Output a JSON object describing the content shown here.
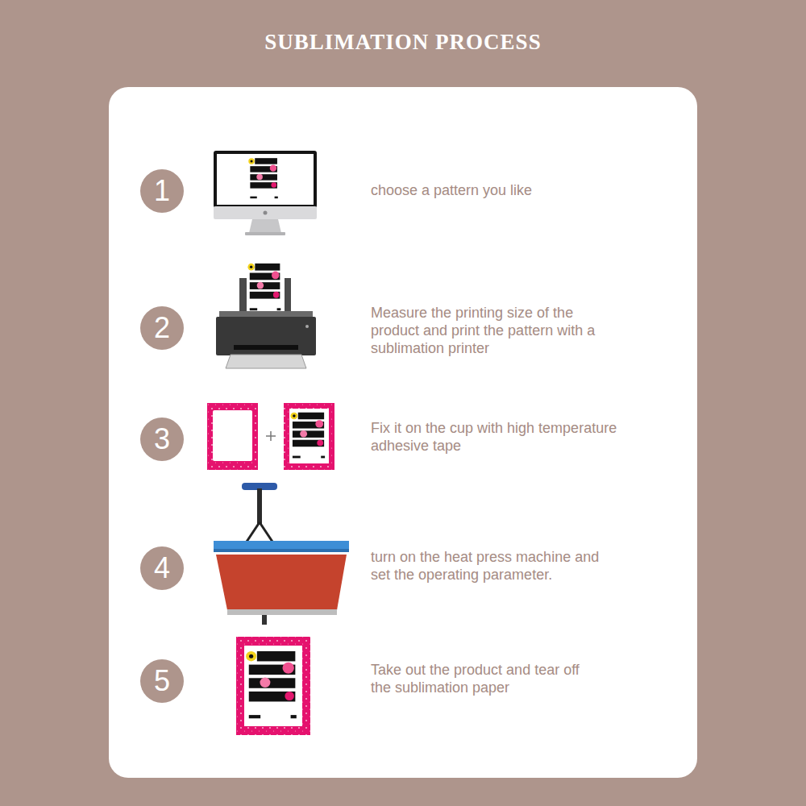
{
  "diagram": {
    "title": "SUBLIMATION PROCESS",
    "nodes": [
      {
        "text": [
          "choose a pattern you like",
          "Measure the printing size of the product and print the pattern with a sublimation printer",
          "Fix it on the cup with high temperature adhesive tape",
          "turn on the heat press machine and set the operating parameter.",
          "Take out the product and tear off the sublimation paper"
        ]
      },
      {
        "text": [
          "1"
        ],
        "in": 0
      },
      {
        "text": [
          "2"
        ],
        "in": 0
      },
      {
        "text": [
          "3"
        ],
        "in": 0
      },
      {
        "text": [
          "4"
        ],
        "in": 0
      },
      {
        "text": [
          "5"
        ],
        "in": 0
      }
    ]
  }
}
